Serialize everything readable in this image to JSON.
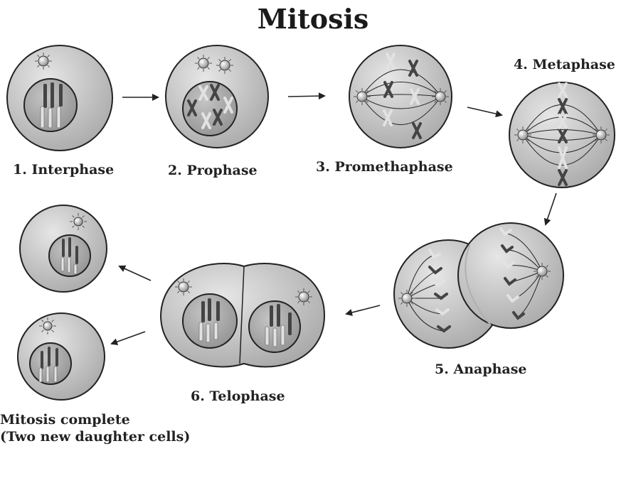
{
  "title": "Mitosis",
  "stages": {
    "interphase": "1. Interphase",
    "prophase": "2. Prophase",
    "prometaphase": "3. Promethaphase",
    "metaphase": "4. Metaphase",
    "anaphase": "5. Anaphase",
    "telophase": "6. Telophase"
  },
  "complete": {
    "line1": "Mitosis complete",
    "line2": "(Two new daughter cells)"
  },
  "colors": {
    "cell_fill": "#c9c9c9",
    "nucleus_fill": "#a9a9a9",
    "chromosome_dark": "#444444",
    "chromosome_light": "#e2e2e2",
    "outline": "#222222"
  }
}
